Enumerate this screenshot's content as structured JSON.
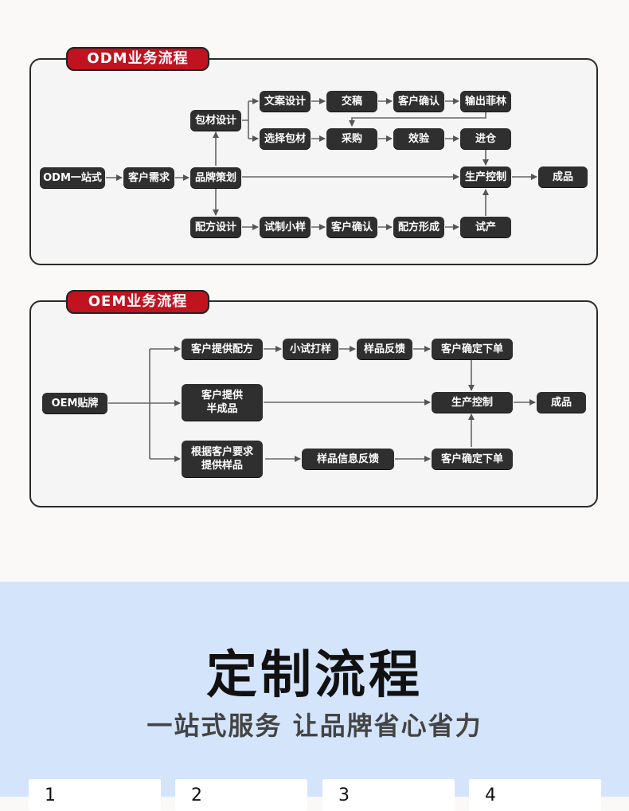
{
  "odm": {
    "title": "ODM业务流程",
    "nodes": {
      "odm_onestop": "ODM一站式",
      "kehu_xuqiu": "客户需求",
      "pinpai_cehua": "品牌策划",
      "baocai_sheji": "包材设计",
      "wenan_sheji": "文案设计",
      "jiaogao": "交稿",
      "kehu_queren_top": "客户确认",
      "shuchu_feilin": "输出菲林",
      "xuanze_baocai": "选择包材",
      "caigou": "采购",
      "xiaoyan": "效验",
      "jincang": "进仓",
      "shengchan_kongzhi": "生产控制",
      "chengpin": "成品",
      "peifang_sheji": "配方设计",
      "shizhi_xiaoyang": "试制小样",
      "kehu_queren_bottom": "客户确认",
      "peifang_xingcheng": "配方形成",
      "shichan": "试产"
    }
  },
  "oem": {
    "title": "OEM业务流程",
    "nodes": {
      "oem_tiepai": "OEM贴牌",
      "kehu_tigong_peifang": "客户提供配方",
      "xiaoshi_dayang": "小试打样",
      "yangpin_fankui": "样品反馈",
      "kehu_queding_top": "客户确定下单",
      "kehu_tigong_banchengpin": "客户提供\n半成品",
      "shengchan_kongzhi": "生产控制",
      "chengpin": "成品",
      "genju_yaoqiu": "根据客户要求\n提供样品",
      "yangpin_xinxi_fankui": "样品信息反馈",
      "kehu_queding_bottom": "客户确定下单"
    }
  },
  "process": {
    "title": "定制流程",
    "subtitle": "一站式服务 让品牌省心省力",
    "steps": [
      "1",
      "2",
      "3",
      "4"
    ]
  },
  "colors": {
    "accent": "#c0131f",
    "node": "#2f2f2f",
    "lower_bg": "#d4e4fb"
  }
}
